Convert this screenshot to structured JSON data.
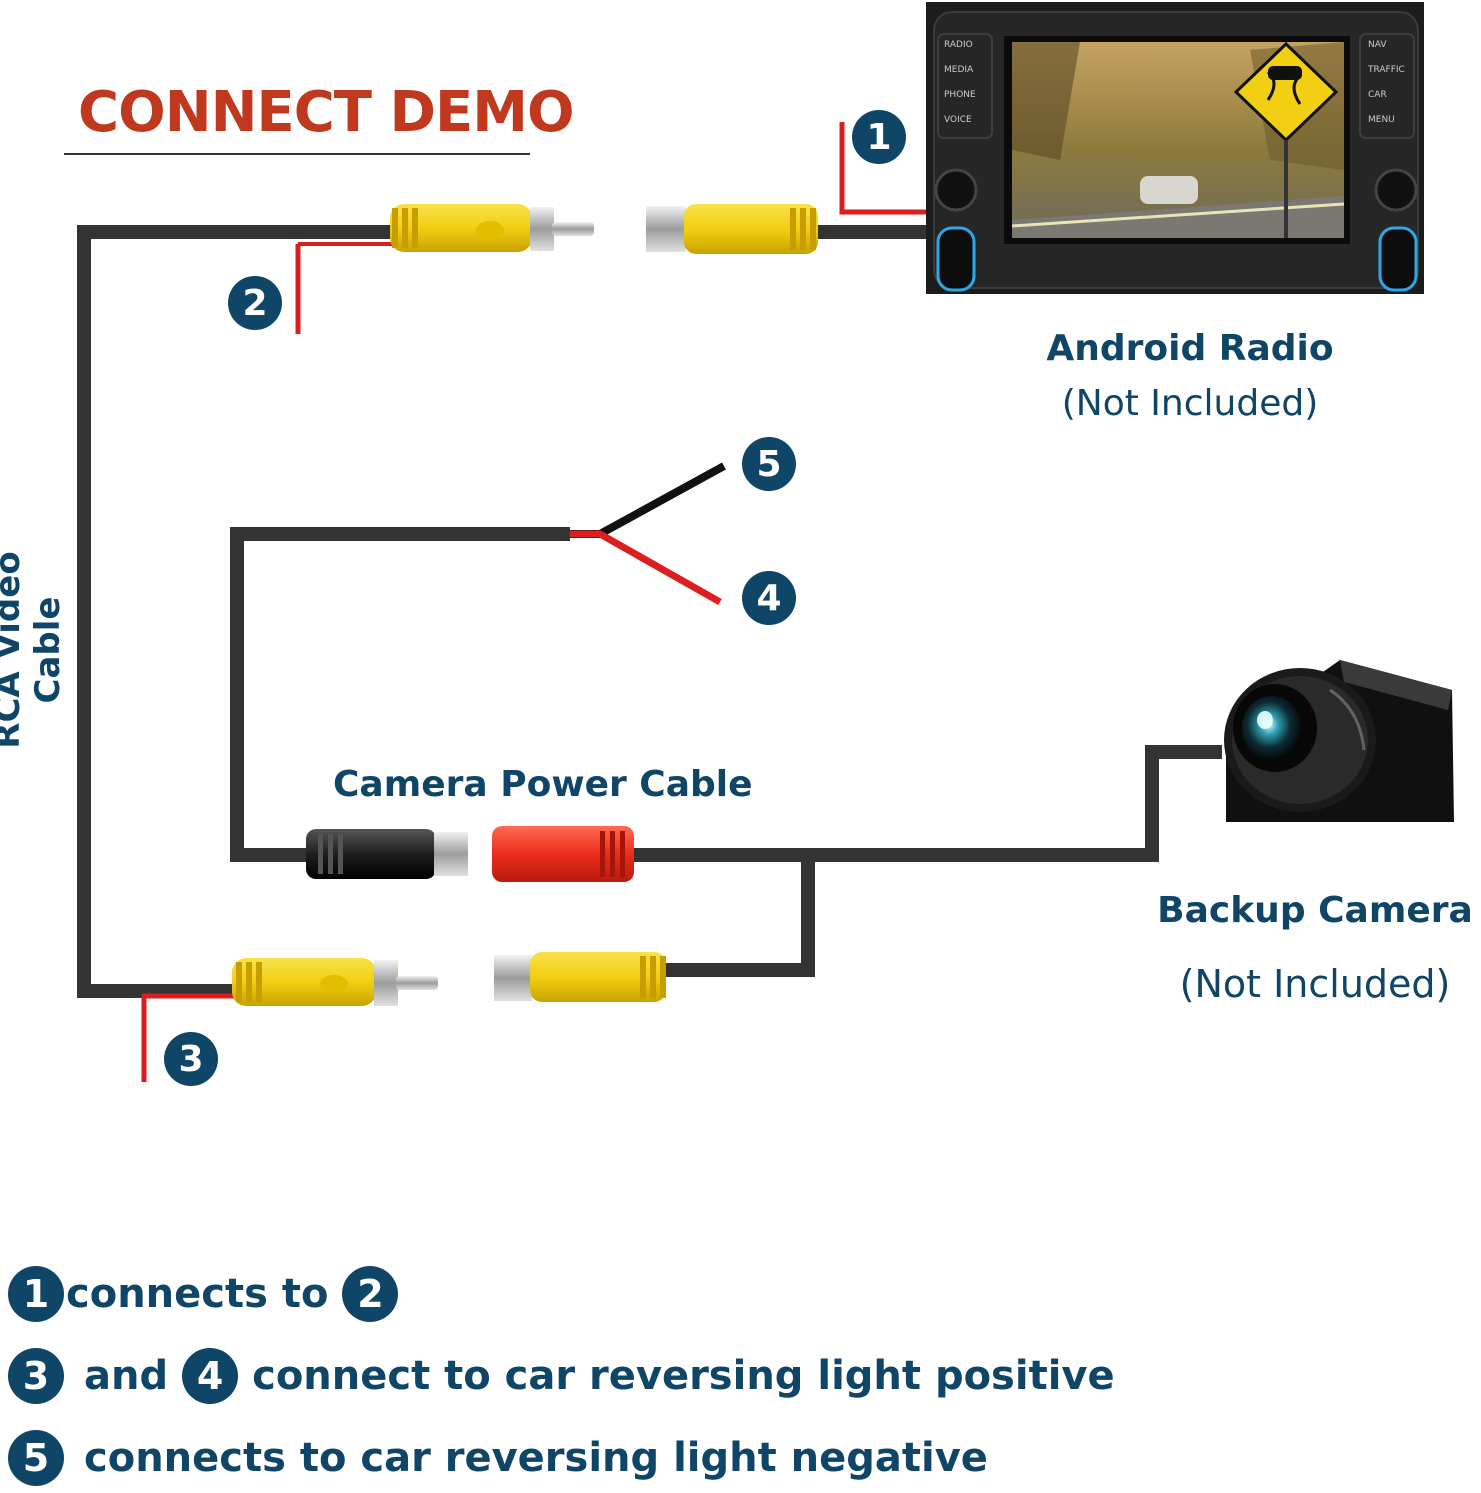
{
  "title": "CONNECT DEMO",
  "radio": {
    "name": "Android Radio",
    "note": "(Not Included)",
    "left_buttons": [
      "RADIO",
      "MEDIA",
      "PHONE",
      "VOICE"
    ],
    "right_buttons": [
      "NAV",
      "TRAFFIC",
      "CAR",
      "MENU"
    ]
  },
  "camera": {
    "name": "Backup Camera",
    "note": "(Not Included)"
  },
  "cables": {
    "rca_video": "RCA Video Cable",
    "camera_power": "Camera Power Cable"
  },
  "points": [
    "1",
    "2",
    "3",
    "4",
    "5"
  ],
  "legend": {
    "line1": {
      "a": "1",
      "text": "connects to",
      "b": "2"
    },
    "line2": {
      "a": "3",
      "and": "and",
      "b": "4",
      "text": "connect to car reversing light positive"
    },
    "line3": {
      "a": "5",
      "text": "connects to car reversing light negative"
    }
  },
  "colors": {
    "title": "#c0391f",
    "label": "#0f4566",
    "wire": "#333333",
    "red_wire": "#d81e1e",
    "rca_yellow": "#f5d51e"
  }
}
